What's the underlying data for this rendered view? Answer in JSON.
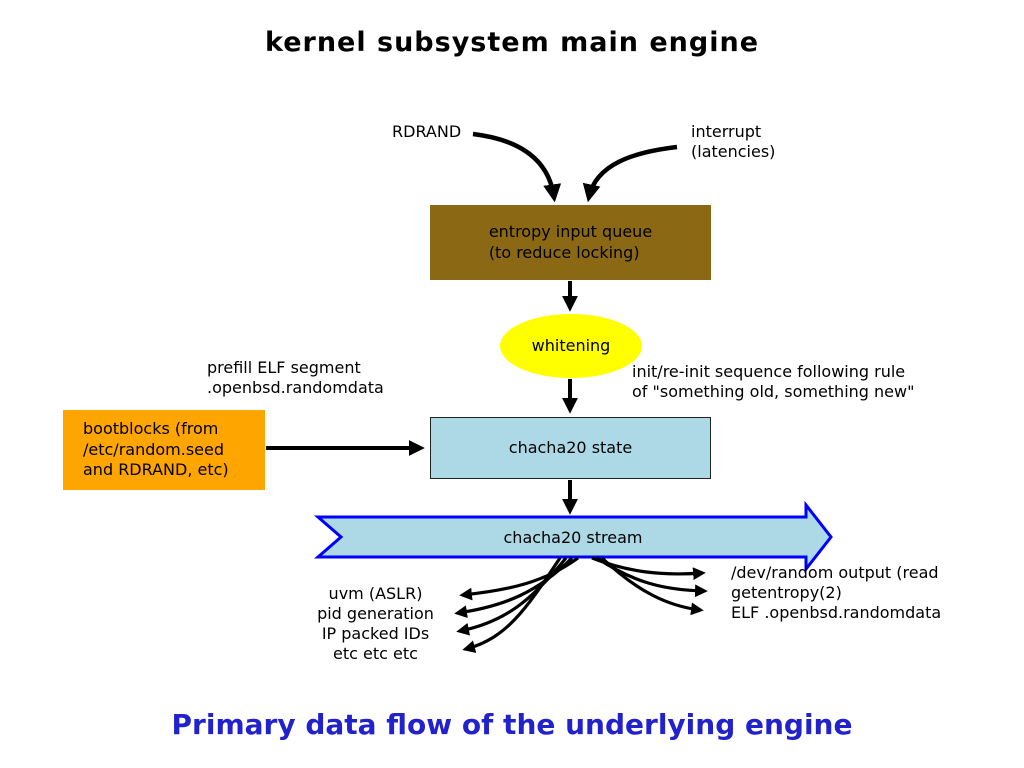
{
  "title": "kernel subsystem main engine",
  "caption": "Primary data flow of the underlying engine",
  "sources": {
    "rdrand": "RDRAND",
    "interrupt": "interrupt\n(latencies)"
  },
  "nodes": {
    "entropy_queue": "entropy input queue\n(to reduce locking)",
    "whitening": "whitening",
    "bootblocks": "bootblocks (from\n/etc/random.seed\nand RDRAND, etc)",
    "chacha_state": "chacha20 state",
    "chacha_stream": "chacha20 stream"
  },
  "annotations": {
    "prefill": "prefill ELF segment\n.openbsd.randomdata",
    "init_rule": "init/re-init sequence following rule\nof \"something old, something new\"",
    "left_outputs": "uvm (ASLR)\npid generation\nIP packed IDs\netc etc etc",
    "right_outputs": "/dev/random output (read\ngetentropy(2)\nELF .openbsd.randomdata"
  },
  "colors": {
    "entropy_queue_fill": "#8B6914",
    "whitening_fill": "#FFFF00",
    "bootblocks_fill": "#FFA500",
    "chacha_fill": "#ADD8E6",
    "stream_border": "#0000FF",
    "arrow": "#000000",
    "caption_text": "#2222CC",
    "title_text": "#000000"
  }
}
